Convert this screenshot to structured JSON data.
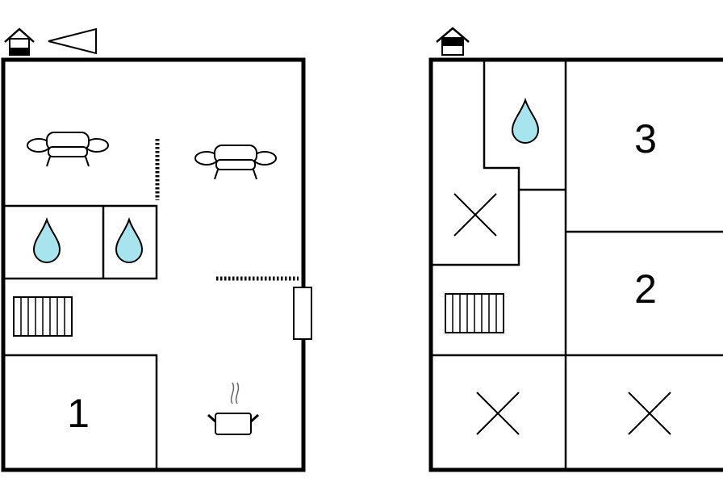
{
  "plans": [
    {
      "name": "ground-floor",
      "room_labels": [
        "1"
      ],
      "icons": [
        "house-level-icon",
        "north-arrow-icon",
        "sofa-icon",
        "sofa-icon",
        "water-drop-icon",
        "water-drop-icon",
        "radiator-icon",
        "cooking-pot-icon",
        "door-icon"
      ]
    },
    {
      "name": "upper-floor",
      "room_labels": [
        "3",
        "2"
      ],
      "icons": [
        "house-level-icon",
        "water-drop-icon",
        "cross-icon",
        "radiator-icon",
        "cross-icon",
        "cross-icon"
      ]
    }
  ],
  "colors": {
    "water": "#a8e4ee",
    "wall": "#000000",
    "background": "#ffffff"
  }
}
